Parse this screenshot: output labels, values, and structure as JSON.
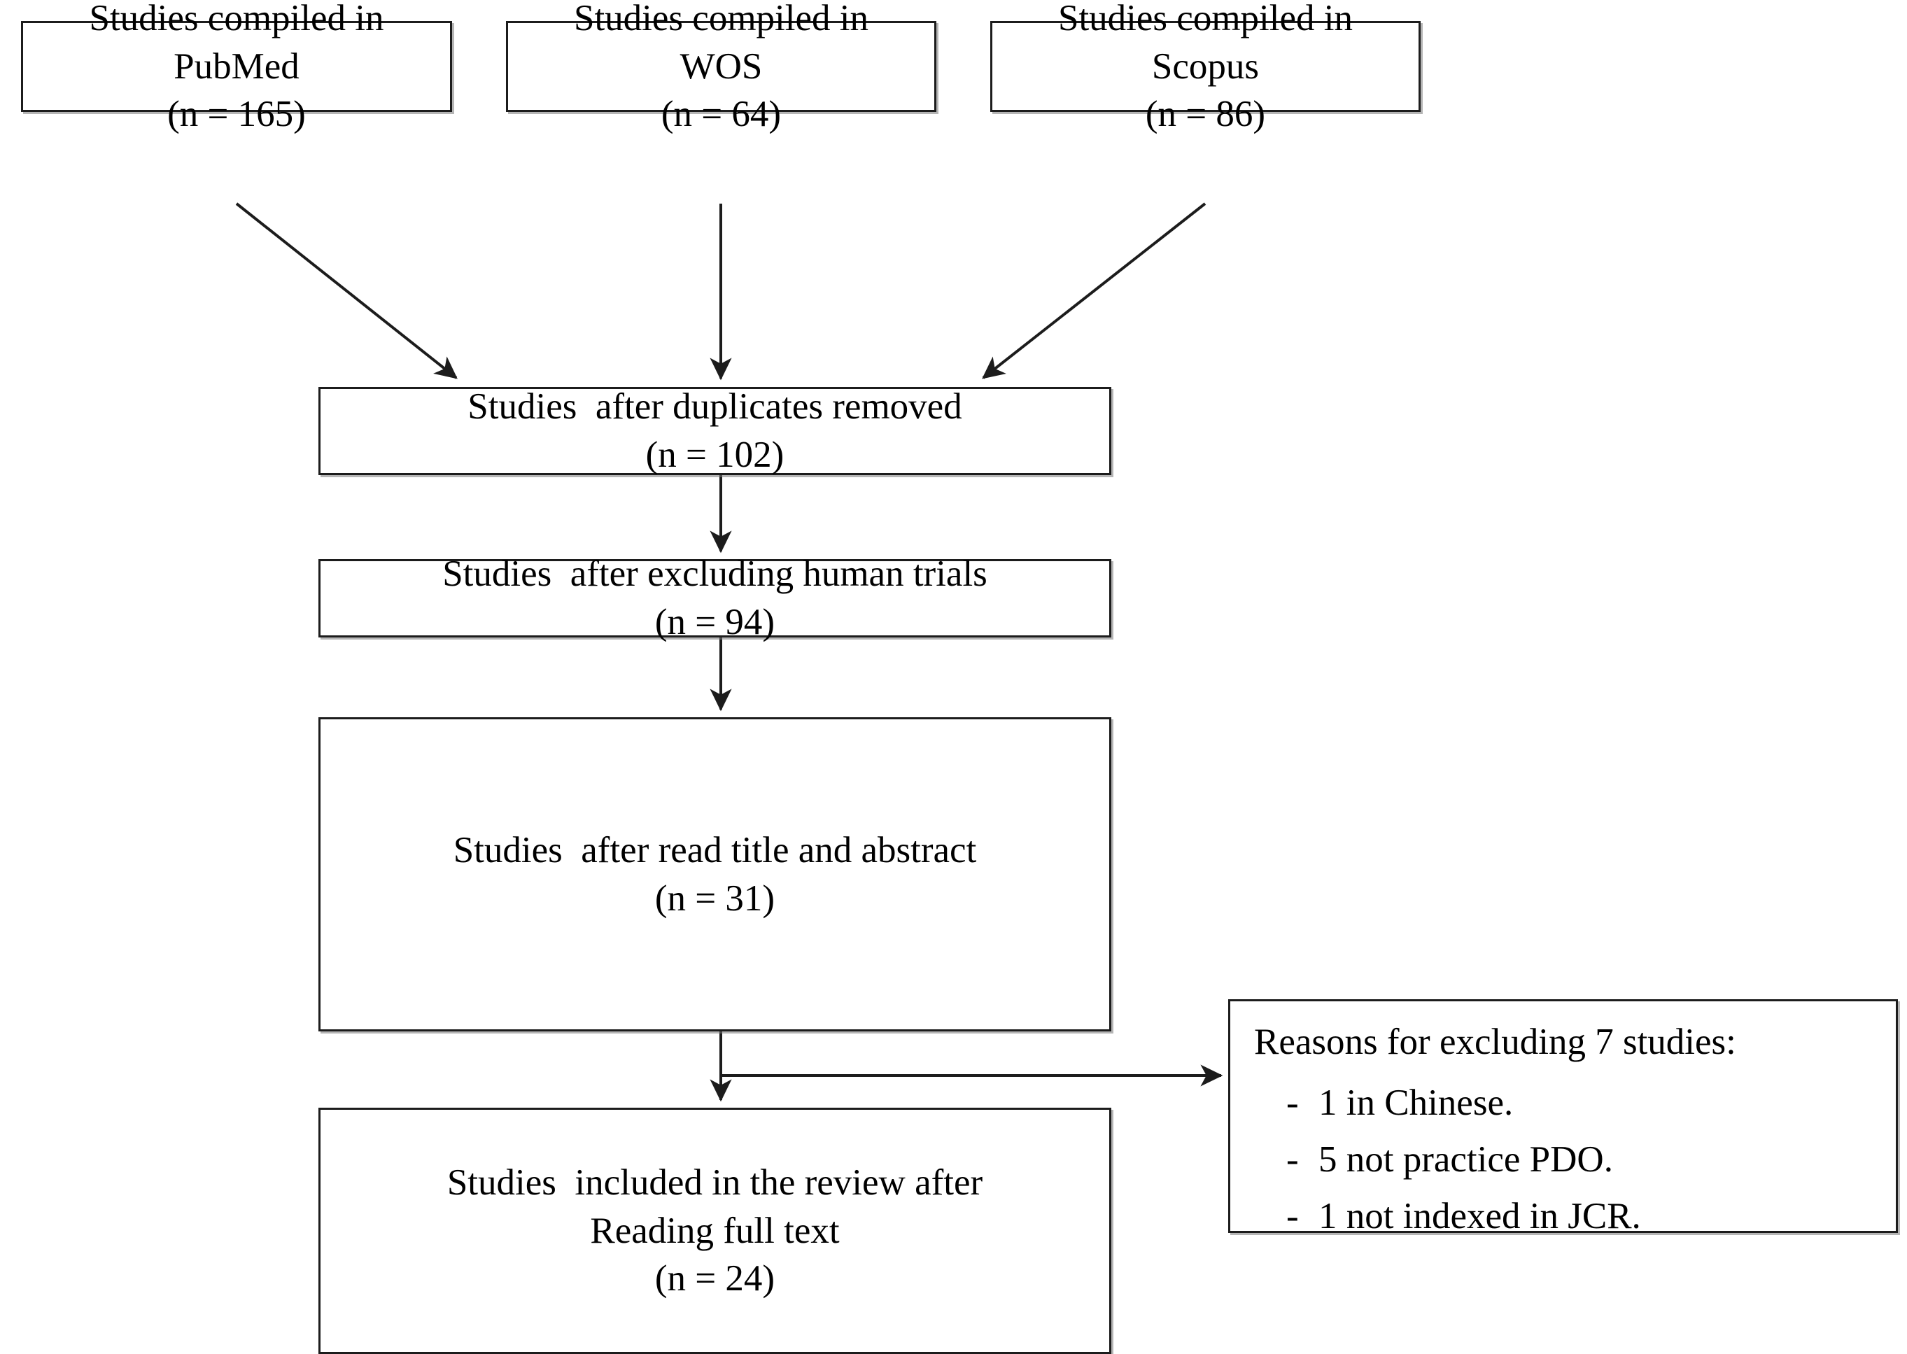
{
  "diagram": {
    "type": "prisma-flow-diagram",
    "orientation": "top-down",
    "nodes": {
      "source_pubmed": {
        "line1": "Studies compiled in",
        "line2": "PubMed",
        "line3": "(n = 165)"
      },
      "source_wos": {
        "line1": "Studies compiled in",
        "line2": "WOS",
        "line3": "(n = 64)"
      },
      "source_scopus": {
        "line1": "Studies compiled in",
        "line2": "Scopus",
        "line3": "(n = 86)"
      },
      "duplicates_removed": {
        "line1": "Studies  after duplicates removed",
        "line2": "(n = 102)"
      },
      "excluding_human_trials": {
        "line1": "Studies  after excluding human trials",
        "line2": "(n = 94)"
      },
      "read_title_abstract": {
        "line1": "Studies  after read title and abstract",
        "line2": "(n = 31)"
      },
      "included_after_full_text": {
        "line1": "Studies  included in the review after",
        "line2": "Reading full text",
        "line3": "(n = 24)"
      },
      "exclusion_reasons": {
        "title": "Reasons for excluding 7 studies:",
        "bullet": "-",
        "items": [
          "1 in Chinese.",
          "5 not practice PDO.",
          "1 not indexed in JCR."
        ]
      }
    },
    "counts": {
      "pubmed": 165,
      "wos": 64,
      "scopus": 86,
      "after_duplicates_removed": 102,
      "after_excluding_human_trials": 94,
      "after_title_abstract": 31,
      "included_full_text": 24,
      "excluded_at_full_text": 7,
      "excluded_chinese": 1,
      "excluded_not_practice_pdo": 5,
      "excluded_not_indexed_jcr": 1
    },
    "colors": {
      "box_border": "#1c1c1c",
      "box_fill": "#ffffff",
      "connector": "#1c1c1c",
      "text": "#000000",
      "shadow": "#787878"
    }
  }
}
